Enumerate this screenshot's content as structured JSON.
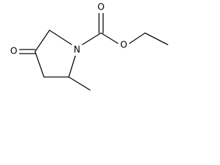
{
  "molecule": {
    "atoms": {
      "ketone_oxygen": "O",
      "ring_nitrogen": "N",
      "carbonyl_oxygen": "O",
      "ester_oxygen": "O"
    }
  },
  "colors": {
    "bond": "#000000",
    "background": "#ffffff"
  }
}
